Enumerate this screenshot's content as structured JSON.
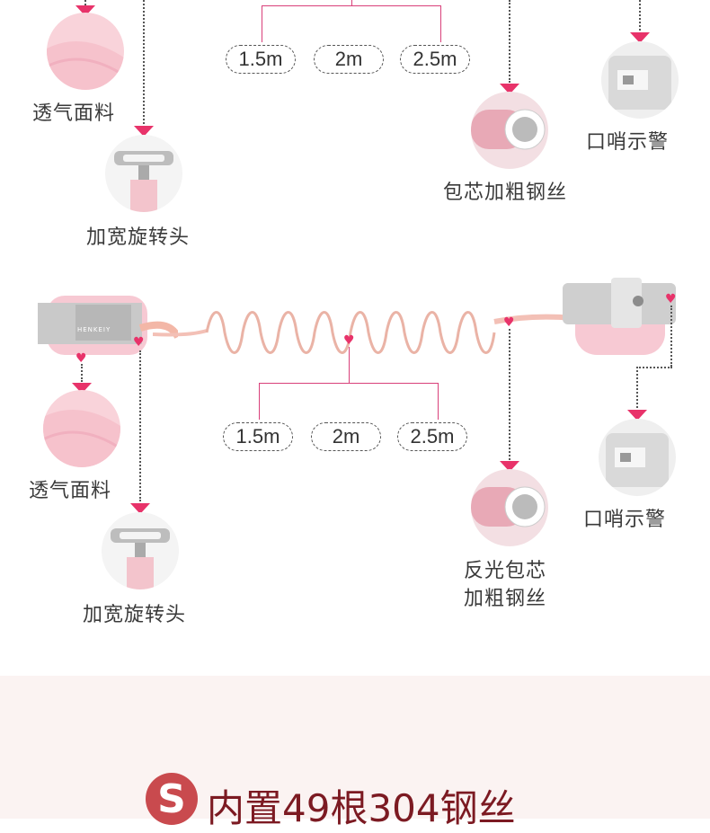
{
  "top_section": {
    "lengths": [
      "1.5m",
      "2m",
      "2.5m"
    ],
    "labels": {
      "fabric": "透气面料",
      "swivel": "加宽旋转头",
      "wire": "包芯加粗钢丝",
      "whistle": "口哨示警"
    }
  },
  "middle_section": {
    "lengths": [
      "1.5m",
      "2m",
      "2.5m"
    ],
    "labels": {
      "fabric": "透气面料",
      "swivel": "加宽旋转头",
      "wire_line1": "反光包芯",
      "wire_line2": "加粗钢丝",
      "whistle": "口哨示警"
    },
    "brand_text": "HENKEIY"
  },
  "footer": {
    "badge": "S",
    "title": "内置49根304钢丝"
  },
  "colors": {
    "accent": "#e8336a",
    "bracket": "#d9407a",
    "footer_bg": "#fbf3f2",
    "footer_text": "#7c1a22",
    "footer_badge": "#c94a4e"
  }
}
